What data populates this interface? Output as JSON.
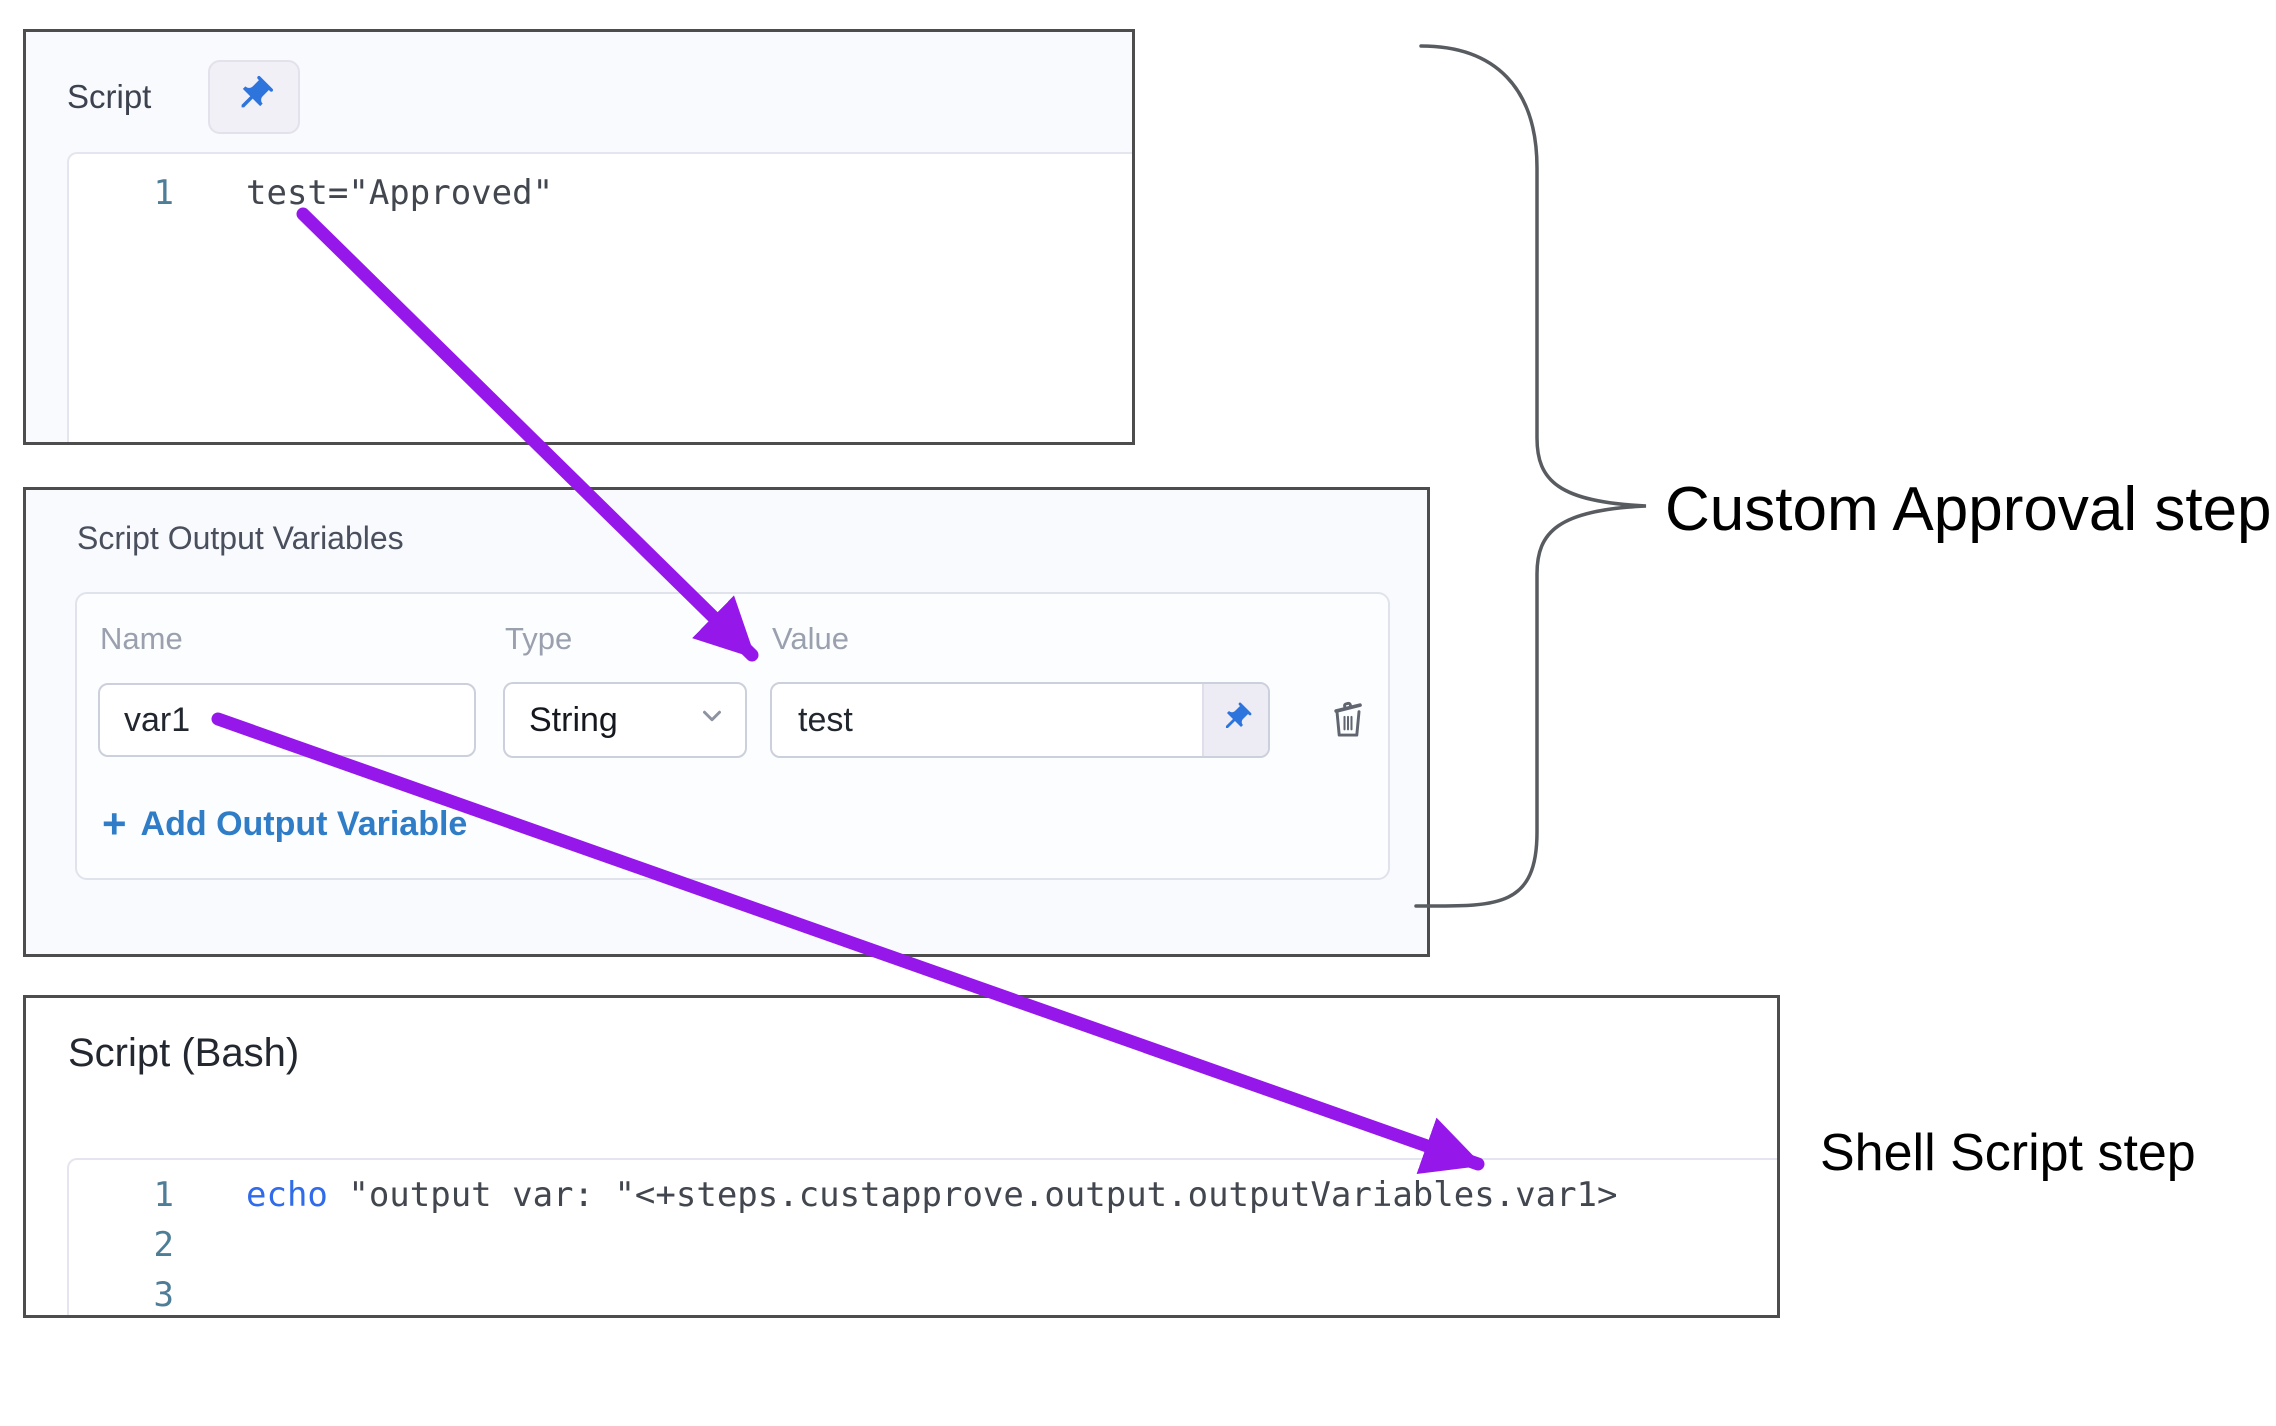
{
  "colors": {
    "arrow_purple": "#9617ea",
    "pin_blue": "#2e74dd",
    "link_blue": "#2f7cc7",
    "keyword_blue": "#2f6bea",
    "line_number_teal": "#4d7d97",
    "panel_border_gray": "#4d4d4d"
  },
  "icons": {
    "pin": "pushpin-icon",
    "chevron": "chevron-down-icon",
    "trash": "trash-icon",
    "plus": "plus-icon"
  },
  "script_panel": {
    "title": "Script",
    "code_lines": [
      {
        "number": "1",
        "text": "test=\"Approved\""
      }
    ]
  },
  "output_variables_panel": {
    "title": "Script Output Variables",
    "columns": [
      "Name",
      "Type",
      "Value"
    ],
    "rows": [
      {
        "name": "var1",
        "type": "String",
        "value": "test"
      }
    ],
    "plus_icon": "+",
    "add_button_label": "Add Output Variable"
  },
  "bash_panel": {
    "title": "Script (Bash)",
    "code_lines": [
      {
        "number": "1",
        "keyword": "echo",
        "text": " \"output var: \"<+steps.custapprove.output.outputVariables.var1>"
      },
      {
        "number": "2",
        "text": ""
      },
      {
        "number": "3",
        "text": ""
      }
    ]
  },
  "annotations": {
    "brace_label": "Custom Approval step",
    "shell_label": "Shell Script step"
  }
}
